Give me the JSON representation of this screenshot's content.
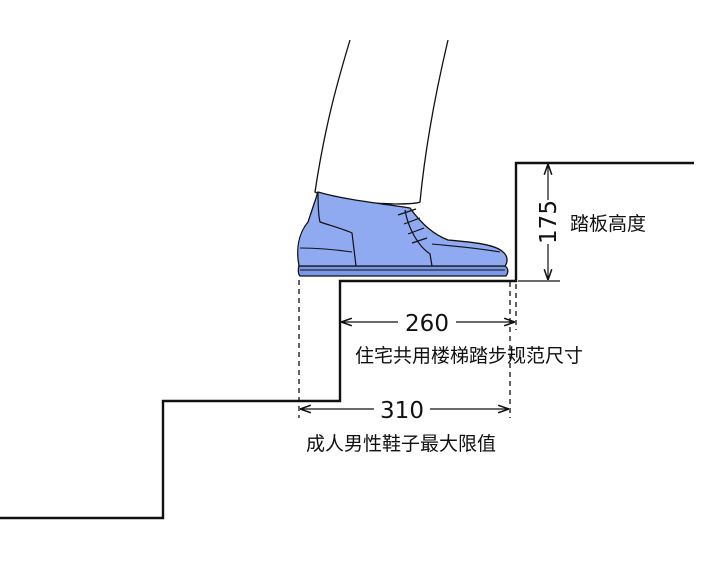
{
  "dimensions": {
    "riser_height": {
      "value": "175",
      "label": "踏板高度"
    },
    "tread_depth": {
      "value": "260",
      "label": "住宅共用楼梯踏步规范尺寸"
    },
    "shoe_length": {
      "value": "310",
      "label": "成人男性鞋子最大限值"
    }
  },
  "colors": {
    "shoe_fill": "#8faaf0",
    "shoe_sole": "#7a98e8",
    "line": "#111111",
    "background": "#ffffff"
  },
  "icons": {
    "shoe": "shoe-icon",
    "leg": "trouser-leg-icon"
  }
}
